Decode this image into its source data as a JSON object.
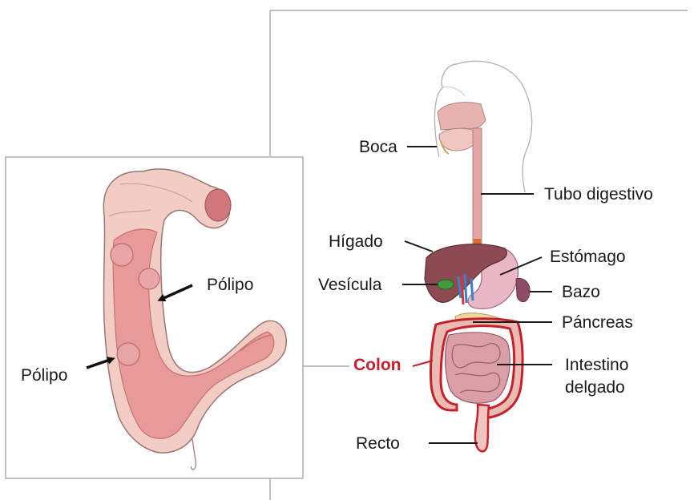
{
  "colors": {
    "highlight": "#c8202a",
    "tissue_light": "#f3c9bd",
    "tissue_mid": "#e79a98",
    "tissue_dark": "#c86f72",
    "liver": "#8e4a52",
    "gallbladder": "#3f9a3a",
    "esophagus": "#e3a8a6",
    "frame": "#9a9a9a",
    "leader": "#1a1a1a"
  },
  "inset": {
    "polyp_right_label": "Pólipo",
    "polyp_left_label": "Pólipo"
  },
  "main": {
    "labels": {
      "boca": "Boca",
      "tubo_digestivo": "Tubo digestivo",
      "higado": "Hígado",
      "estomago": "Estómago",
      "vesicula": "Vesícula",
      "bazo": "Bazo",
      "pancreas": "Páncreas",
      "colon": "Colon",
      "intestino_line1": "Intestino",
      "intestino_line2": "delgado",
      "recto": "Recto"
    }
  }
}
